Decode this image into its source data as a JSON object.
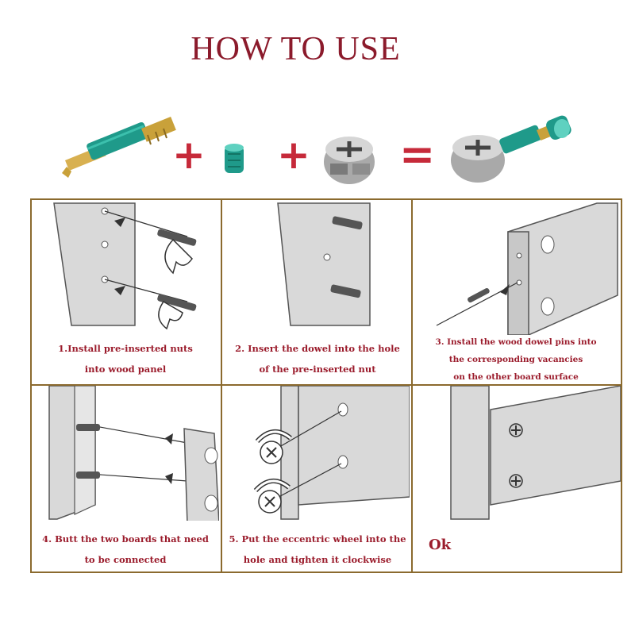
{
  "title": "HOW TO USE",
  "equation": {
    "items": [
      "bolt-icon",
      "pre-inserted-nut-icon",
      "eccentric-wheel-icon",
      "assembled-connector-icon"
    ],
    "plus_1": "+",
    "plus_2": "+",
    "equals": "="
  },
  "steps": [
    {
      "line1": "1.Install pre-inserted nuts",
      "line2": "into wood panel"
    },
    {
      "line1": "2. Insert the dowel into the hole",
      "line2": "of the pre-inserted nut"
    },
    {
      "line1": "3. Install the wood dowel pins into",
      "line2": "the corresponding vacancies",
      "line3": "on the other board surface"
    },
    {
      "line1": "4. Butt the two boards that need",
      "line2": "to be connected"
    },
    {
      "line1": "5. Put the eccentric wheel into the",
      "line2": "hole and tighten it clockwise"
    },
    {
      "line1": "Ok"
    }
  ],
  "colors": {
    "title": "#8b1a2b",
    "operator": "#c62a3a",
    "caption": "#9b1c2c",
    "frame": "#8b6a2e",
    "teal": "#1f9a8a",
    "brass": "#c9a13a"
  }
}
